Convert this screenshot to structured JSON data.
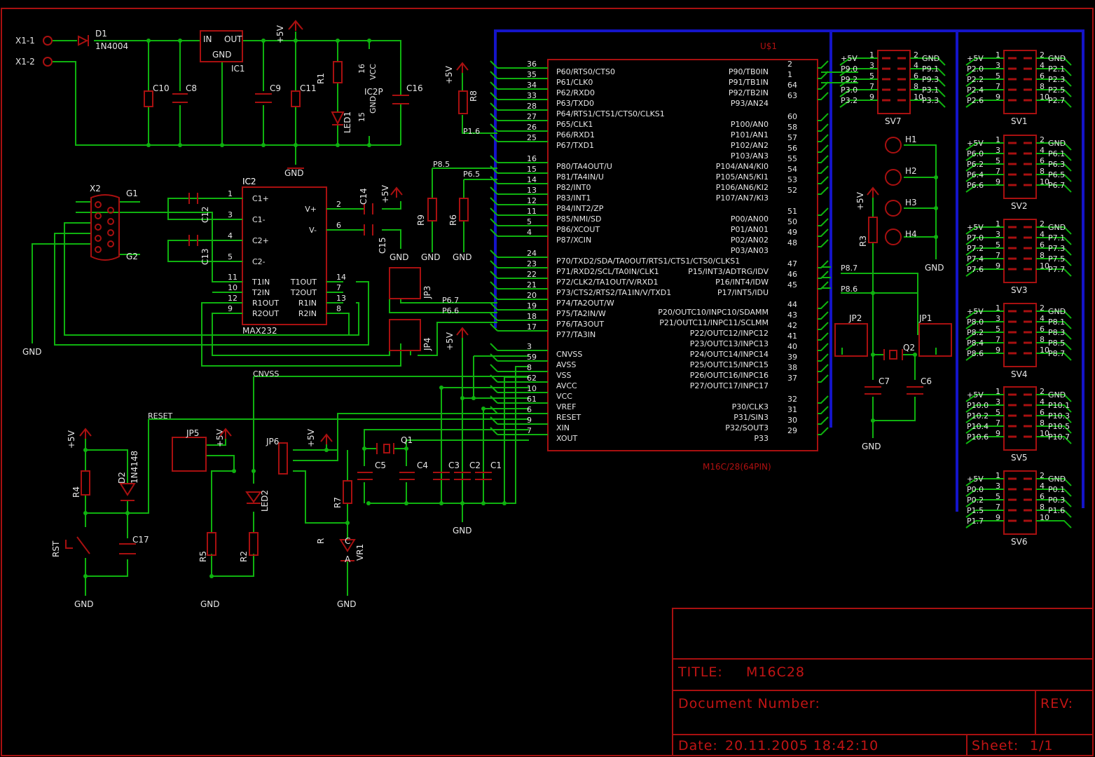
{
  "colors": {
    "background": "#000000",
    "wire": "#0fb20f",
    "part": "#a81010",
    "bus": "#1414c8",
    "text": "#e6e6e6",
    "title": "#c01414"
  },
  "title_block": {
    "title_label": "TITLE:",
    "title": "M16C28",
    "doc_label": "Document Number:",
    "rev_label": "REV:",
    "date_label": "Date:",
    "date": "20.11.2005 18:42:10",
    "sheet_label": "Sheet:",
    "sheet": "1/1"
  },
  "mcu": {
    "name": "U$1",
    "part": "M16C/28(64PIN)",
    "left_pins": [
      {
        "n": "36",
        "name": "P60/RTS0/CTS0"
      },
      {
        "n": "35",
        "name": "P61/CLK0"
      },
      {
        "n": "34",
        "name": "P62/RXD0"
      },
      {
        "n": "33",
        "name": "P63/TXD0"
      },
      {
        "n": "28",
        "name": "P64/RTS1/CTS1/CTS0/CLKS1"
      },
      {
        "n": "27",
        "name": "P65/CLK1"
      },
      {
        "n": "26",
        "name": "P66/RXD1"
      },
      {
        "n": "25",
        "name": "P67/TXD1"
      },
      {
        "n": "16",
        "name": "P80/TA4OUT/U"
      },
      {
        "n": "15",
        "name": "P81/TA4IN/U"
      },
      {
        "n": "14",
        "name": "P82/INT0"
      },
      {
        "n": "13",
        "name": "P83/INT1"
      },
      {
        "n": "12",
        "name": "P84/INT2/ZP"
      },
      {
        "n": "11",
        "name": "P85/NMI/SD"
      },
      {
        "n": "5",
        "name": "P86/XCOUT"
      },
      {
        "n": "4",
        "name": "P87/XCIN"
      },
      {
        "n": "24",
        "name": "P70/TXD2/SDA/TA0OUT/RTS1/CTS1/CTS0/CLKS1"
      },
      {
        "n": "23",
        "name": "P71/RXD2/SCL/TA0IN/CLK1"
      },
      {
        "n": "22",
        "name": "P72/CLK2/TA1OUT/V/RXD1"
      },
      {
        "n": "21",
        "name": "P73/CTS2/RTS2/TA1IN/V/TXD1"
      },
      {
        "n": "20",
        "name": "P74/TA2OUT/W"
      },
      {
        "n": "19",
        "name": "P75/TA2IN/W"
      },
      {
        "n": "18",
        "name": "P76/TA3OUT"
      },
      {
        "n": "17",
        "name": "P77/TA3IN"
      },
      {
        "n": "3",
        "name": "CNVSS"
      },
      {
        "n": "59",
        "name": "AVSS"
      },
      {
        "n": "8",
        "name": "VSS"
      },
      {
        "n": "62",
        "name": "AVCC"
      },
      {
        "n": "10",
        "name": "VCC"
      },
      {
        "n": "61",
        "name": "VREF"
      },
      {
        "n": "6",
        "name": "RESET"
      },
      {
        "n": "9",
        "name": "XIN"
      },
      {
        "n": "7",
        "name": "XOUT"
      }
    ],
    "right_pins": [
      {
        "n": "2",
        "name": "P90/TB0IN"
      },
      {
        "n": "1",
        "name": "P91/TB1IN"
      },
      {
        "n": "64",
        "name": "P92/TB2IN"
      },
      {
        "n": "63",
        "name": "P93/AN24"
      },
      {
        "n": "60",
        "name": "P100/AN0"
      },
      {
        "n": "58",
        "name": "P101/AN1"
      },
      {
        "n": "57",
        "name": "P102/AN2"
      },
      {
        "n": "56",
        "name": "P103/AN3"
      },
      {
        "n": "55",
        "name": "P104/AN4/KI0"
      },
      {
        "n": "54",
        "name": "P105/AN5/KI1"
      },
      {
        "n": "53",
        "name": "P106/AN6/KI2"
      },
      {
        "n": "52",
        "name": "P107/AN7/KI3"
      },
      {
        "n": "51",
        "name": "P00/AN00"
      },
      {
        "n": "50",
        "name": "P01/AN01"
      },
      {
        "n": "49",
        "name": "P02/AN02"
      },
      {
        "n": "48",
        "name": "P03/AN03"
      },
      {
        "n": "47",
        "name": "P15/INT3/ADTRG/IDV"
      },
      {
        "n": "46",
        "name": "P16/INT4/IDW"
      },
      {
        "n": "45",
        "name": "P17/INT5/IDU"
      },
      {
        "n": "44",
        "name": "P20/OUTC10/INPC10/SDAMM"
      },
      {
        "n": "43",
        "name": "P21/OUTC11/INPC11/SCLMM"
      },
      {
        "n": "42",
        "name": "P22/OUTC12/INPC12"
      },
      {
        "n": "41",
        "name": "P23/OUTC13/INPC13"
      },
      {
        "n": "40",
        "name": "P24/OUTC14/INPC14"
      },
      {
        "n": "39",
        "name": "P25/OUTC15/INPC15"
      },
      {
        "n": "38",
        "name": "P26/OUTC16/INPC16"
      },
      {
        "n": "37",
        "name": "P27/OUTC17/INPC17"
      },
      {
        "n": "32",
        "name": "P30/CLK3"
      },
      {
        "n": "31",
        "name": "P31/SIN3"
      },
      {
        "n": "30",
        "name": "P32/SOUT3"
      },
      {
        "n": "29",
        "name": "P33"
      }
    ]
  },
  "max232": {
    "name": "IC2",
    "part": "MAX232",
    "left_pins": [
      {
        "n": "1",
        "name": "C1+"
      },
      {
        "n": "3",
        "name": "C1-"
      },
      {
        "n": "4",
        "name": "C2+"
      },
      {
        "n": "5",
        "name": "C2-"
      },
      {
        "n": "11",
        "name": "T1IN"
      },
      {
        "n": "10",
        "name": "T2IN"
      },
      {
        "n": "12",
        "name": "R1OUT"
      },
      {
        "n": "9",
        "name": "R2OUT"
      }
    ],
    "right_pins": [
      {
        "n": "2",
        "name": "V+"
      },
      {
        "n": "6",
        "name": "V-"
      },
      {
        "n": "14",
        "name": "T1OUT"
      },
      {
        "n": "7",
        "name": "T2OUT"
      },
      {
        "n": "13",
        "name": "R1IN"
      },
      {
        "n": "8",
        "name": "R2IN"
      }
    ]
  },
  "headers": [
    {
      "name": "SV7",
      "left": [
        "+5V",
        "P9.0",
        "P9.2",
        "P3.0",
        "P3.2"
      ],
      "right": [
        "GND",
        "P9.1",
        "P9.3",
        "P3.1",
        "P3.3"
      ]
    },
    {
      "name": "SV1",
      "left": [
        "+5V",
        "P2.0",
        "P2.2",
        "P2.4",
        "P2.6"
      ],
      "right": [
        "GND",
        "P2.1",
        "P2.3",
        "P2.5",
        "P2.7"
      ]
    },
    {
      "name": "SV2",
      "left": [
        "+5V",
        "P6.0",
        "P6.2",
        "P6.4",
        "P6.6"
      ],
      "right": [
        "GND",
        "P6.1",
        "P6.3",
        "P6.5",
        "P6.7"
      ]
    },
    {
      "name": "SV3",
      "left": [
        "+5V",
        "P7.0",
        "P7.2",
        "P7.4",
        "P7.6"
      ],
      "right": [
        "GND",
        "P7.1",
        "P7.3",
        "P7.5",
        "P7.7"
      ]
    },
    {
      "name": "SV4",
      "left": [
        "+5V",
        "P8.0",
        "P8.2",
        "P8.4",
        "P8.6"
      ],
      "right": [
        "GND",
        "P8.1",
        "P8.3",
        "P8.5",
        "P8.7"
      ]
    },
    {
      "name": "SV5",
      "left": [
        "+5V",
        "P10.0",
        "P10.2",
        "P10.4",
        "P10.6"
      ],
      "right": [
        "GND",
        "P10.1",
        "P10.3",
        "P10.5",
        "P10.7"
      ]
    },
    {
      "name": "SV6",
      "left": [
        "+5V",
        "P0.0",
        "P0.2",
        "P1.5",
        "P1.7"
      ],
      "right": [
        "GND",
        "P0.1",
        "P0.3",
        "P1.6",
        ""
      ]
    }
  ],
  "header_pin_numbers": {
    "left": [
      "1",
      "3",
      "5",
      "7",
      "9"
    ],
    "right": [
      "2",
      "4",
      "6",
      "8",
      "10"
    ]
  },
  "labels": [
    {
      "id": "x11",
      "text": "X1-1"
    },
    {
      "id": "x12",
      "text": "X1-2"
    },
    {
      "id": "d1",
      "text": "D1"
    },
    {
      "id": "d1v",
      "text": "1N4004"
    },
    {
      "id": "ic1in",
      "text": "IN"
    },
    {
      "id": "ic1out",
      "text": "OUT"
    },
    {
      "id": "ic1gnd",
      "text": "GND"
    },
    {
      "id": "ic1",
      "text": "IC1"
    },
    {
      "id": "c10",
      "text": "C10"
    },
    {
      "id": "c8",
      "text": "C8"
    },
    {
      "id": "c9",
      "text": "C9"
    },
    {
      "id": "c11",
      "text": "C11"
    },
    {
      "id": "c16",
      "text": "C16"
    },
    {
      "id": "r1",
      "text": "R1"
    },
    {
      "id": "led1",
      "text": "LED1"
    },
    {
      "id": "ic2p",
      "text": "IC2P"
    },
    {
      "id": "p16",
      "text": "16"
    },
    {
      "id": "vcc",
      "text": "VCC"
    },
    {
      "id": "p15",
      "text": "15"
    },
    {
      "id": "gndsm",
      "text": "GND"
    },
    {
      "id": "p5v1",
      "text": "+5V"
    },
    {
      "id": "gnd1",
      "text": "GND"
    },
    {
      "id": "x2",
      "text": "X2"
    },
    {
      "id": "g1",
      "text": "G1"
    },
    {
      "id": "g2",
      "text": "G2"
    },
    {
      "id": "gnd2",
      "text": "GND"
    },
    {
      "id": "ic2",
      "text": "IC2"
    },
    {
      "id": "c12",
      "text": "C12"
    },
    {
      "id": "c13",
      "text": "C13"
    },
    {
      "id": "c14",
      "text": "C14"
    },
    {
      "id": "c15",
      "text": "C15"
    },
    {
      "id": "p5v2",
      "text": "+5V"
    },
    {
      "id": "gnd3",
      "text": "GND"
    },
    {
      "id": "r8",
      "text": "R8"
    },
    {
      "id": "p5v3",
      "text": "+5V"
    },
    {
      "id": "p16n",
      "text": "P1.6"
    },
    {
      "id": "p85n",
      "text": "P8.5"
    },
    {
      "id": "p65n",
      "text": "P6.5"
    },
    {
      "id": "r9",
      "text": "R9"
    },
    {
      "id": "r6",
      "text": "R6"
    },
    {
      "id": "gnd4",
      "text": "GND"
    },
    {
      "id": "gnd5",
      "text": "GND"
    },
    {
      "id": "jp3",
      "text": "JP3"
    },
    {
      "id": "jp4",
      "text": "JP4"
    },
    {
      "id": "p67n",
      "text": "P6.7"
    },
    {
      "id": "p66n",
      "text": "P6.6"
    },
    {
      "id": "p5v4",
      "text": "+5V"
    },
    {
      "id": "cnvss",
      "text": "CNVSS"
    },
    {
      "id": "reset",
      "text": "RESET"
    },
    {
      "id": "jp5",
      "text": "JP5"
    },
    {
      "id": "jp6",
      "text": "JP6"
    },
    {
      "id": "p5v5",
      "text": "+5V"
    },
    {
      "id": "p5v6",
      "text": "+5V"
    },
    {
      "id": "p5v7",
      "text": "+5V"
    },
    {
      "id": "r4",
      "text": "R4"
    },
    {
      "id": "d2",
      "text": "D2"
    },
    {
      "id": "d2v",
      "text": "1N4148"
    },
    {
      "id": "rst",
      "text": "RST"
    },
    {
      "id": "c17",
      "text": "C17"
    },
    {
      "id": "gnd6",
      "text": "GND"
    },
    {
      "id": "r5",
      "text": "R5"
    },
    {
      "id": "r2",
      "text": "R2"
    },
    {
      "id": "led2",
      "text": "LED2"
    },
    {
      "id": "gnd7",
      "text": "GND"
    },
    {
      "id": "r7",
      "text": "R7"
    },
    {
      "id": "vr1",
      "text": "VR1"
    },
    {
      "id": "rl",
      "text": "R"
    },
    {
      "id": "cl",
      "text": "C"
    },
    {
      "id": "al",
      "text": "A"
    },
    {
      "id": "gnd8",
      "text": "GND"
    },
    {
      "id": "q1",
      "text": "Q1"
    },
    {
      "id": "c5",
      "text": "C5"
    },
    {
      "id": "c4",
      "text": "C4"
    },
    {
      "id": "c3",
      "text": "C3"
    },
    {
      "id": "c2",
      "text": "C2"
    },
    {
      "id": "c1",
      "text": "C1"
    },
    {
      "id": "gnd9",
      "text": "GND"
    },
    {
      "id": "h1",
      "text": "H1"
    },
    {
      "id": "h2",
      "text": "H2"
    },
    {
      "id": "h3",
      "text": "H3"
    },
    {
      "id": "h4",
      "text": "H4"
    },
    {
      "id": "gnd10",
      "text": "GND"
    },
    {
      "id": "r3",
      "text": "R3"
    },
    {
      "id": "p5v8",
      "text": "+5V"
    },
    {
      "id": "p87n",
      "text": "P8.7"
    },
    {
      "id": "p86n",
      "text": "P8.6"
    },
    {
      "id": "jp2",
      "text": "JP2"
    },
    {
      "id": "jp1",
      "text": "JP1"
    },
    {
      "id": "q2",
      "text": "Q2"
    },
    {
      "id": "c7",
      "text": "C7"
    },
    {
      "id": "c6",
      "text": "C6"
    },
    {
      "id": "gnd11",
      "text": "GND"
    }
  ]
}
